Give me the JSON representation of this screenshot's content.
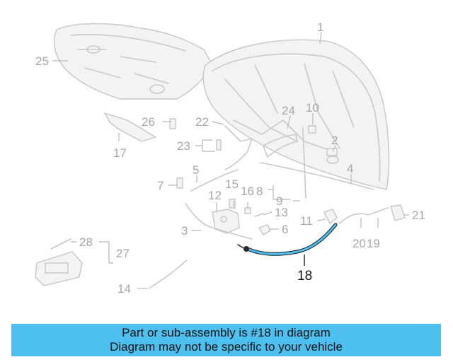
{
  "diagram": {
    "highlight_color": "#4dc0ef",
    "callouts": [
      "1",
      "2",
      "3",
      "4",
      "5",
      "6",
      "7",
      "8",
      "9",
      "10",
      "11",
      "12",
      "13",
      "14",
      "15",
      "16",
      "17",
      "18",
      "19",
      "20",
      "21",
      "22",
      "23",
      "24",
      "25",
      "26",
      "27",
      "28"
    ],
    "highlighted_callout": "18"
  },
  "footer": {
    "background": "#4dc0ef",
    "line1": "Part or sub-assembly is #18 in diagram",
    "line2": "Diagram may not be specific to your vehicle"
  }
}
